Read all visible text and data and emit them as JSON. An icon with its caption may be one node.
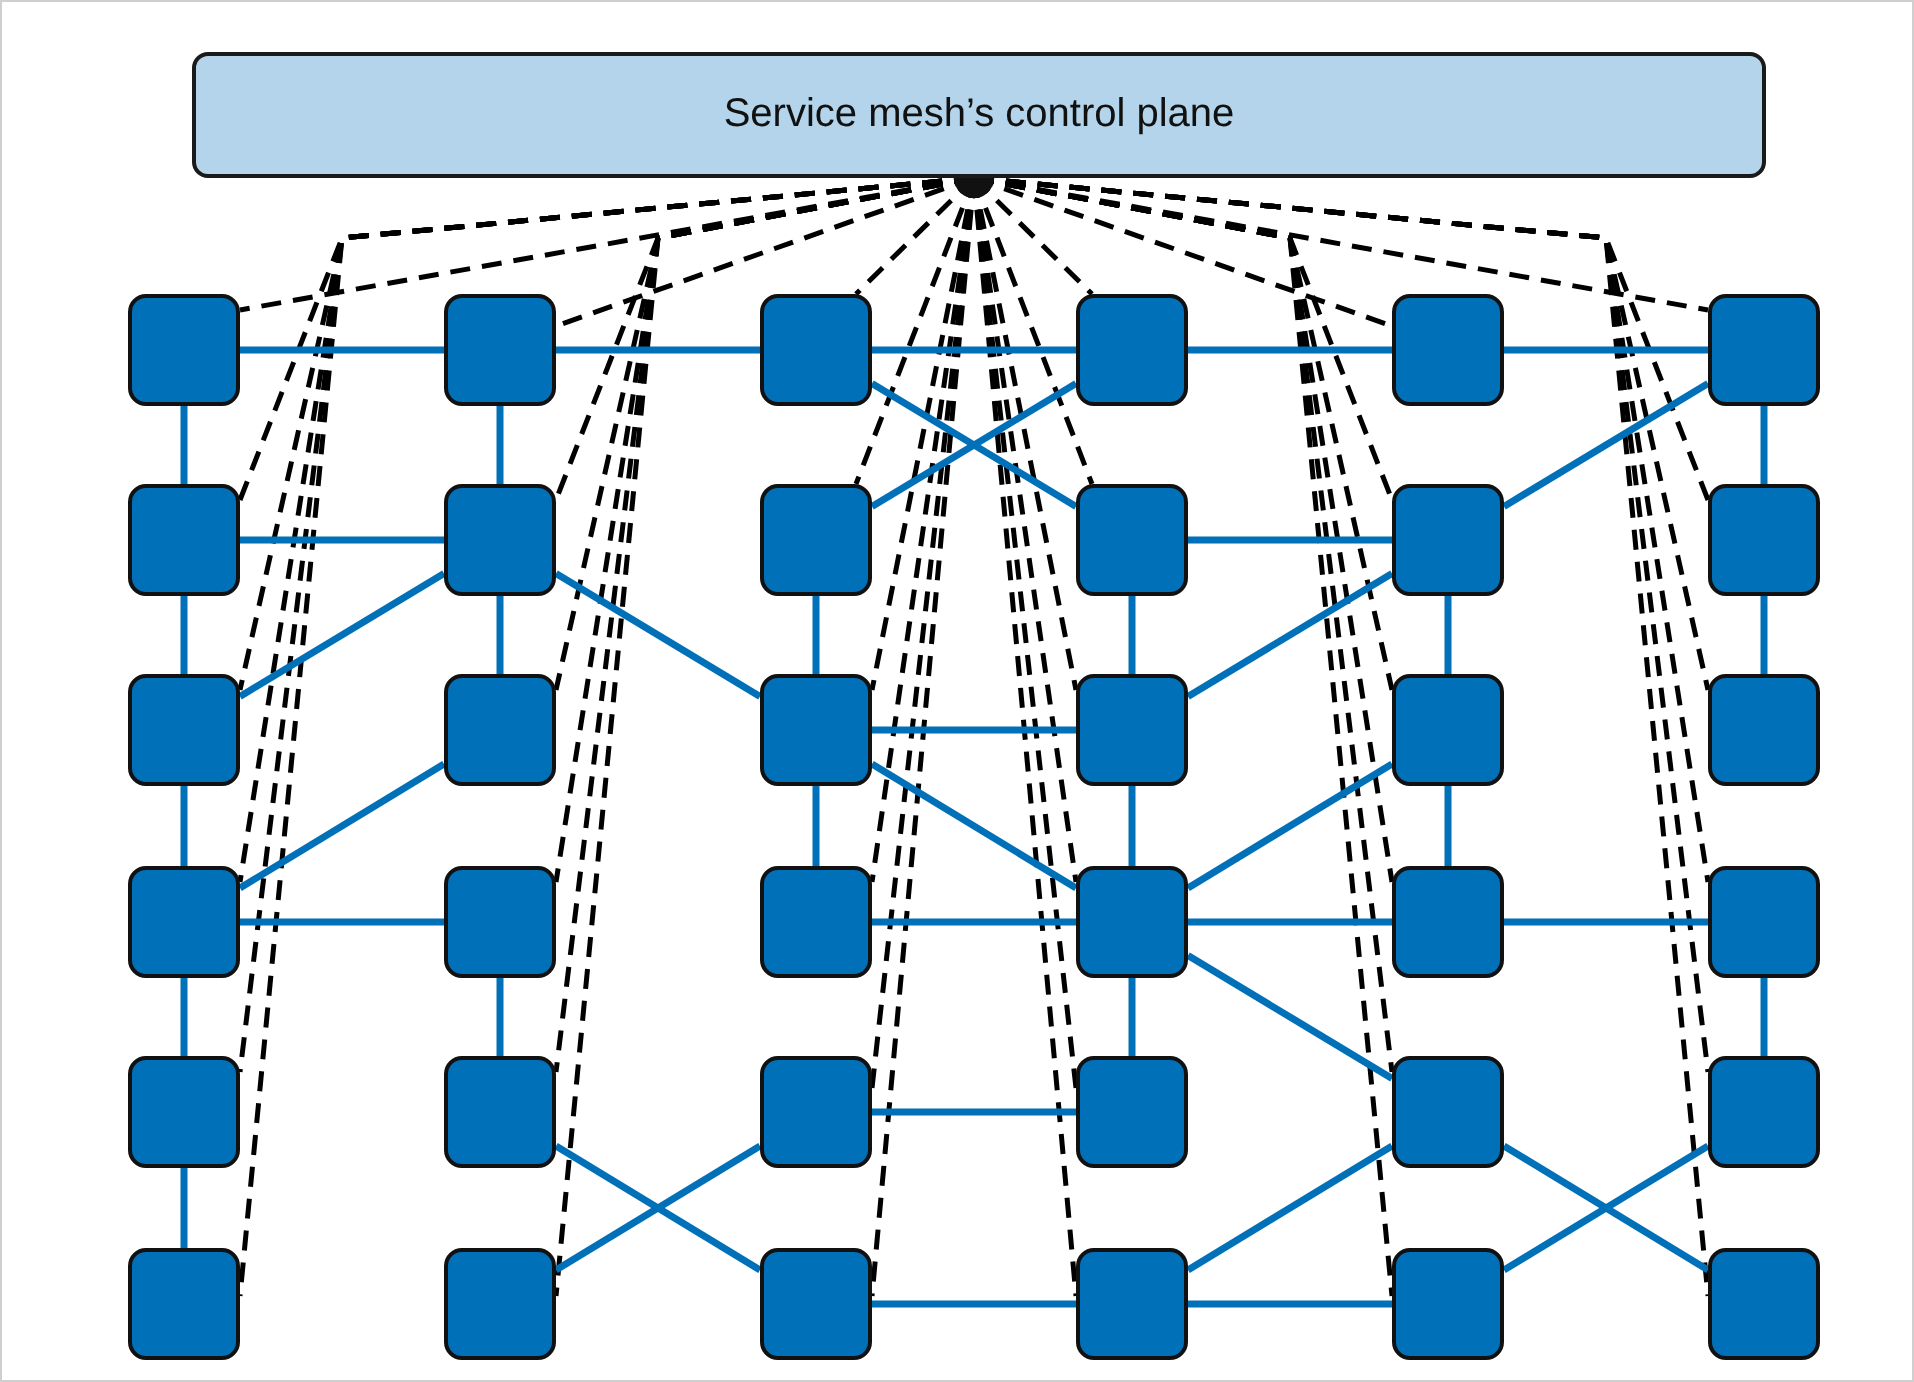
{
  "diagram": {
    "nodes": [
      {
        "text": [
          "Service mesh’s control plane"
        ]
      },
      {
        "text": [],
        "shape": "box"
      },
      {
        "text": [],
        "shape": "box"
      },
      {
        "text": [],
        "shape": "box"
      },
      {
        "text": [],
        "shape": "box"
      },
      {
        "text": [],
        "shape": "box"
      },
      {
        "text": [],
        "shape": "box"
      },
      {
        "text": [],
        "shape": "box"
      },
      {
        "text": [],
        "shape": "box"
      },
      {
        "text": [],
        "shape": "box"
      },
      {
        "text": [],
        "shape": "box"
      },
      {
        "text": [],
        "shape": "box"
      },
      {
        "text": [],
        "shape": "box"
      },
      {
        "text": [],
        "shape": "box"
      },
      {
        "text": [],
        "shape": "box"
      },
      {
        "text": [],
        "shape": "box"
      },
      {
        "text": [],
        "shape": "box"
      },
      {
        "text": [],
        "shape": "box"
      },
      {
        "text": [],
        "shape": "box"
      },
      {
        "text": [],
        "shape": "box"
      },
      {
        "text": [],
        "shape": "box"
      },
      {
        "text": [],
        "shape": "box"
      },
      {
        "text": [],
        "shape": "box"
      },
      {
        "text": [],
        "shape": "box"
      },
      {
        "text": [],
        "shape": "box"
      },
      {
        "text": [],
        "shape": "box"
      },
      {
        "text": [],
        "shape": "box"
      },
      {
        "text": [],
        "shape": "box"
      },
      {
        "text": [],
        "shape": "box"
      },
      {
        "text": [],
        "shape": "box"
      },
      {
        "text": [],
        "shape": "box"
      },
      {
        "text": [],
        "shape": "box"
      },
      {
        "text": [],
        "shape": "box"
      },
      {
        "text": [],
        "shape": "box"
      },
      {
        "text": [],
        "shape": "box"
      },
      {
        "text": [],
        "shape": "box"
      },
      {
        "text": [],
        "shape": "box"
      }
    ],
    "edges": [
      {
        "from": 0,
        "to": 1,
        "arrow": "none",
        "style": "dashed",
        "color": "#000000"
      },
      {
        "from": 0,
        "to": 2,
        "arrow": "none",
        "style": "dashed",
        "color": "#000000"
      },
      {
        "from": 0,
        "to": 3,
        "arrow": "none",
        "style": "dashed",
        "color": "#000000"
      },
      {
        "from": 0,
        "to": 4,
        "arrow": "none",
        "style": "dashed",
        "color": "#000000"
      },
      {
        "from": 0,
        "to": 5,
        "arrow": "none",
        "style": "dashed",
        "color": "#000000"
      },
      {
        "from": 0,
        "to": 6,
        "arrow": "none",
        "style": "dashed",
        "color": "#000000"
      },
      {
        "from": 0,
        "to": 7,
        "arrow": "none",
        "style": "dashed",
        "color": "#000000"
      },
      {
        "from": 0,
        "to": 8,
        "arrow": "none",
        "style": "dashed",
        "color": "#000000"
      },
      {
        "from": 0,
        "to": 9,
        "arrow": "none",
        "style": "dashed",
        "color": "#000000"
      },
      {
        "from": 0,
        "to": 10,
        "arrow": "none",
        "style": "dashed",
        "color": "#000000"
      },
      {
        "from": 0,
        "to": 11,
        "arrow": "none",
        "style": "dashed",
        "color": "#000000"
      },
      {
        "from": 0,
        "to": 12,
        "arrow": "none",
        "style": "dashed",
        "color": "#000000"
      },
      {
        "from": 0,
        "to": 13,
        "arrow": "none",
        "style": "dashed",
        "color": "#000000"
      },
      {
        "from": 0,
        "to": 14,
        "arrow": "none",
        "style": "dashed",
        "color": "#000000"
      },
      {
        "from": 0,
        "to": 15,
        "arrow": "none",
        "style": "dashed",
        "color": "#000000"
      },
      {
        "from": 0,
        "to": 16,
        "arrow": "none",
        "style": "dashed",
        "color": "#000000"
      },
      {
        "from": 0,
        "to": 17,
        "arrow": "none",
        "style": "dashed",
        "color": "#000000"
      },
      {
        "from": 0,
        "to": 18,
        "arrow": "none",
        "style": "dashed",
        "color": "#000000"
      },
      {
        "from": 0,
        "to": 19,
        "arrow": "none",
        "style": "dashed",
        "color": "#000000"
      },
      {
        "from": 0,
        "to": 20,
        "arrow": "none",
        "style": "dashed",
        "color": "#000000"
      },
      {
        "from": 0,
        "to": 21,
        "arrow": "none",
        "style": "dashed",
        "color": "#000000"
      },
      {
        "from": 0,
        "to": 22,
        "arrow": "none",
        "style": "dashed",
        "color": "#000000"
      },
      {
        "from": 0,
        "to": 23,
        "arrow": "none",
        "style": "dashed",
        "color": "#000000"
      },
      {
        "from": 0,
        "to": 24,
        "arrow": "none",
        "style": "dashed",
        "color": "#000000"
      },
      {
        "from": 0,
        "to": 25,
        "arrow": "none",
        "style": "dashed",
        "color": "#000000"
      },
      {
        "from": 0,
        "to": 26,
        "arrow": "none",
        "style": "dashed",
        "color": "#000000"
      },
      {
        "from": 0,
        "to": 27,
        "arrow": "none",
        "style": "dashed",
        "color": "#000000"
      },
      {
        "from": 0,
        "to": 28,
        "arrow": "none",
        "style": "dashed",
        "color": "#000000"
      },
      {
        "from": 0,
        "to": 29,
        "arrow": "none",
        "style": "dashed",
        "color": "#000000"
      },
      {
        "from": 0,
        "to": 30,
        "arrow": "none",
        "style": "dashed",
        "color": "#000000"
      },
      {
        "from": 0,
        "to": 31,
        "arrow": "none",
        "style": "dashed",
        "color": "#000000"
      },
      {
        "from": 0,
        "to": 32,
        "arrow": "none",
        "style": "dashed",
        "color": "#000000"
      },
      {
        "from": 0,
        "to": 33,
        "arrow": "none",
        "style": "dashed",
        "color": "#000000"
      },
      {
        "from": 0,
        "to": 34,
        "arrow": "none",
        "style": "dashed",
        "color": "#000000"
      },
      {
        "from": 0,
        "to": 35,
        "arrow": "none",
        "style": "dashed",
        "color": "#000000"
      },
      {
        "from": 0,
        "to": 36,
        "arrow": "none",
        "style": "dashed",
        "color": "#000000"
      },
      {
        "from": 1,
        "to": 2,
        "arrow": "none"
      },
      {
        "from": 2,
        "to": 3,
        "arrow": "none"
      },
      {
        "from": 3,
        "to": 4,
        "arrow": "none"
      },
      {
        "from": 4,
        "to": 5,
        "arrow": "none"
      },
      {
        "from": 5,
        "to": 6,
        "arrow": "none"
      },
      {
        "from": 3,
        "to": 10,
        "arrow": "none"
      },
      {
        "from": 4,
        "to": 9,
        "arrow": "none"
      },
      {
        "from": 6,
        "to": 11,
        "arrow": "none"
      },
      {
        "from": 6,
        "to": 12,
        "arrow": "none"
      },
      {
        "from": 1,
        "to": 7,
        "arrow": "none"
      },
      {
        "from": 2,
        "to": 8,
        "arrow": "none"
      },
      {
        "from": 7,
        "to": 8,
        "arrow": "none"
      },
      {
        "from": 10,
        "to": 11,
        "arrow": "none"
      },
      {
        "from": 12,
        "to": 18,
        "arrow": "none"
      },
      {
        "from": 9,
        "to": 15,
        "arrow": "none"
      },
      {
        "from": 8,
        "to": 14,
        "arrow": "none"
      },
      {
        "from": 8,
        "to": 13,
        "arrow": "none"
      },
      {
        "from": 8,
        "to": 15,
        "arrow": "none"
      },
      {
        "from": 7,
        "to": 13,
        "arrow": "none"
      },
      {
        "from": 10,
        "to": 16,
        "arrow": "none"
      },
      {
        "from": 11,
        "to": 16,
        "arrow": "none"
      },
      {
        "from": 11,
        "to": 17,
        "arrow": "none"
      },
      {
        "from": 15,
        "to": 16,
        "arrow": "none"
      },
      {
        "from": 15,
        "to": 22,
        "arrow": "none"
      },
      {
        "from": 15,
        "to": 21,
        "arrow": "none"
      },
      {
        "from": 13,
        "to": 19,
        "arrow": "none"
      },
      {
        "from": 14,
        "to": 19,
        "arrow": "none"
      },
      {
        "from": 16,
        "to": 22,
        "arrow": "none"
      },
      {
        "from": 17,
        "to": 22,
        "arrow": "none"
      },
      {
        "from": 17,
        "to": 23,
        "arrow": "none"
      },
      {
        "from": 19,
        "to": 20,
        "arrow": "none"
      },
      {
        "from": 22,
        "to": 23,
        "arrow": "none"
      },
      {
        "from": 23,
        "to": 24,
        "arrow": "none"
      },
      {
        "from": 21,
        "to": 22,
        "arrow": "none"
      },
      {
        "from": 19,
        "to": 25,
        "arrow": "none"
      },
      {
        "from": 20,
        "to": 26,
        "arrow": "none"
      },
      {
        "from": 22,
        "to": 28,
        "arrow": "none"
      },
      {
        "from": 22,
        "to": 29,
        "arrow": "none"
      },
      {
        "from": 24,
        "to": 30,
        "arrow": "none"
      },
      {
        "from": 27,
        "to": 28,
        "arrow": "none"
      },
      {
        "from": 26,
        "to": 33,
        "arrow": "none"
      },
      {
        "from": 27,
        "to": 32,
        "arrow": "none"
      },
      {
        "from": 25,
        "to": 31,
        "arrow": "none"
      },
      {
        "from": 29,
        "to": 34,
        "arrow": "none"
      },
      {
        "from": 29,
        "to": 36,
        "arrow": "none"
      },
      {
        "from": 30,
        "to": 35,
        "arrow": "none"
      },
      {
        "from": 33,
        "to": 34,
        "arrow": "none"
      },
      {
        "from": 34,
        "to": 35,
        "arrow": "none"
      }
    ]
  }
}
